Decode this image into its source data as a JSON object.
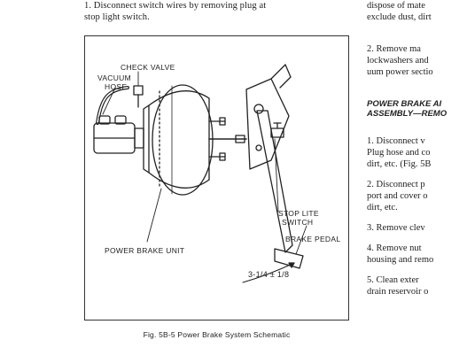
{
  "left_column": {
    "lines": [
      "1. Disconnect switch wires by removing plug at",
      "stop light switch."
    ]
  },
  "figure": {
    "labels": {
      "check_valve": "CHECK VALVE",
      "vacuum_hose_1": "VACUUM",
      "vacuum_hose_2": "HOSE",
      "stop_lite_1": "STOP LITE",
      "stop_lite_2": "SWITCH",
      "brake_pedal": "BRAKE PEDAL",
      "power_brake_unit": "POWER BRAKE UNIT",
      "dimension": "3-1/4 ± 1/8"
    },
    "caption": "Fig. 5B-5  Power Brake System Schematic"
  },
  "right_column": {
    "p0": [
      "dispose of mate",
      "exclude dust, dirt"
    ],
    "p1": [
      "2. Remove ma",
      "lockwashers and",
      "uum power sectio"
    ],
    "heading": [
      "POWER BRAKE AI",
      "ASSEMBLY—REMO"
    ],
    "p2": [
      "1. Disconnect v",
      "Plug hose and co",
      "dirt, etc. (Fig. 5B"
    ],
    "p3": [
      "2. Disconnect p",
      "port and cover o",
      "dirt, etc."
    ],
    "p4": [
      "3. Remove clev"
    ],
    "p5": [
      "4. Remove nut",
      "housing and remo"
    ],
    "p6": [
      "5. Clean exter",
      "drain reservoir o"
    ]
  }
}
